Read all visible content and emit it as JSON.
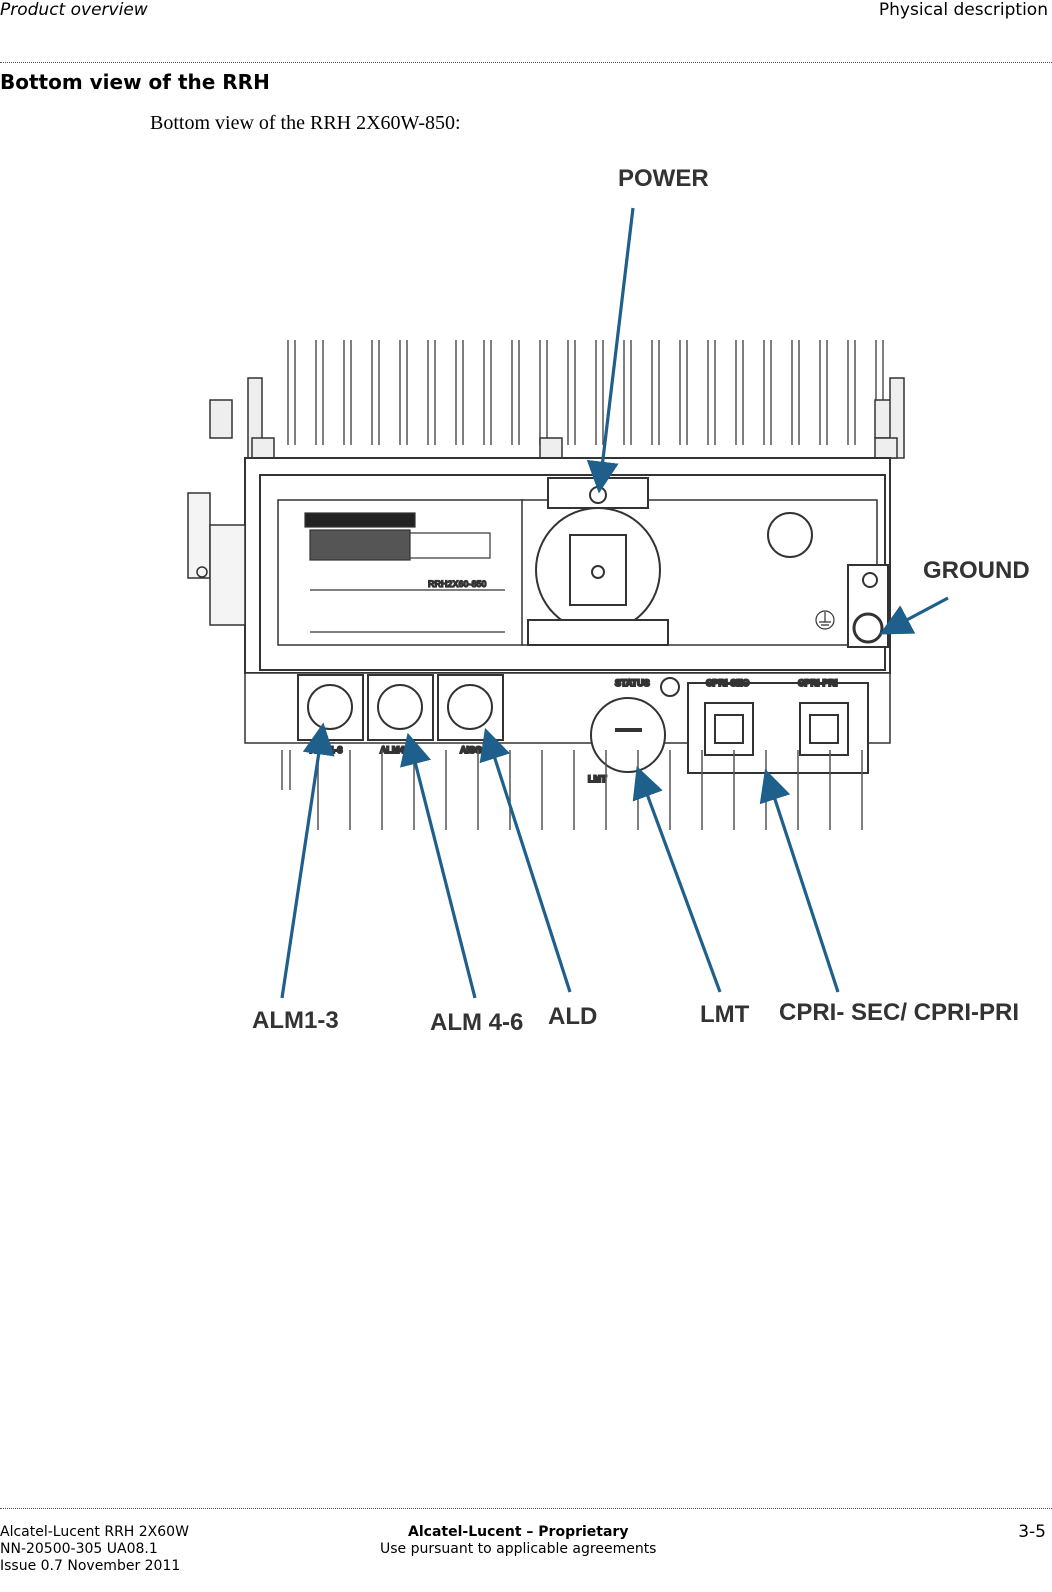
{
  "header": {
    "left": "Product overview",
    "right": "Physical description"
  },
  "section": {
    "title": "Bottom view of the RRH",
    "intro": "Bottom view of the RRH 2X60W-850:"
  },
  "figure": {
    "callouts": {
      "power": "POWER",
      "ground": "GROUND",
      "alm13": "ALM1-3",
      "alm46": "ALM 4-6",
      "ald": "ALD",
      "lmt": "LMT",
      "cpri": "CPRI- SEC/ CPRI-PRI"
    },
    "panel_labels": {
      "status": "STATUS",
      "cpri_sec": "CPRI-SEC",
      "cpri_pri": "CPRI-PRI",
      "alm13": "ALM1-3",
      "alm46": "ALM4-6",
      "aisg": "AISG",
      "lmt": "LMT",
      "model": "RRH2X60-850"
    },
    "arrow_color": "#1f5f8b"
  },
  "footer": {
    "doc_line1": "Alcatel-Lucent RRH 2X60W",
    "doc_line2": "NN-20500-305 UA08.1",
    "doc_line3": "Issue 0.7   November 2011",
    "prop_line1": "Alcatel-Lucent – Proprietary",
    "prop_line2": "Use pursuant to applicable agreements",
    "page": "3-5"
  }
}
